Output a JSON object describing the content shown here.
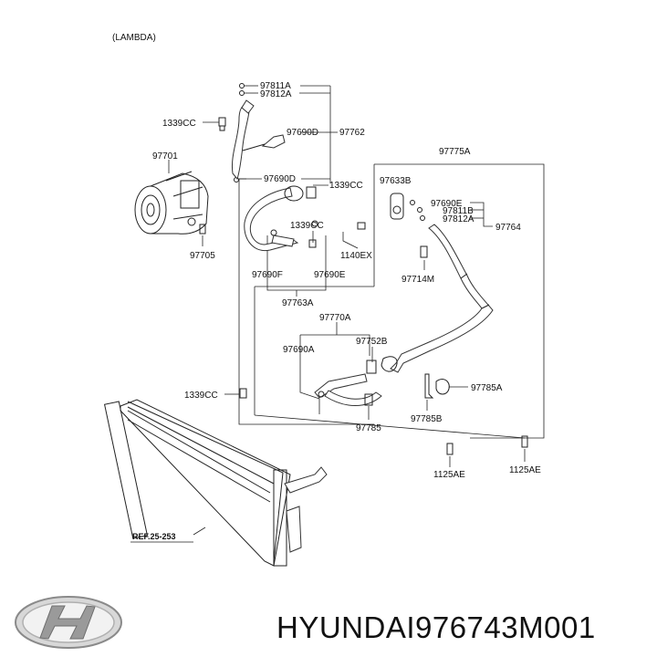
{
  "heading": "(LAMBDA)",
  "footer": {
    "brand": "HYUNDAI",
    "part_number": "976743M001"
  },
  "reference": "REF.25-253",
  "labels": {
    "l97811A_1": "97811A",
    "l97812A_1": "97812A",
    "l1339CC_1": "1339CC",
    "l97690D_1": "97690D",
    "l97762": "97762",
    "l97701": "97701",
    "l97690D_2": "97690D",
    "l1339CC_2": "1339CC",
    "l97775A": "97775A",
    "l97633B": "97633B",
    "l97690E_1": "97690E",
    "l97811B": "97811B",
    "l97812A_2": "97812A",
    "l97764": "97764",
    "l1339CC_3": "1339CC",
    "l97705": "97705",
    "l1140EX": "1140EX",
    "l97714M": "97714M",
    "l97690F": "97690F",
    "l97690E_2": "97690E",
    "l97763A": "97763A",
    "l97770A": "97770A",
    "l97690A": "97690A",
    "l97752B": "97752B",
    "l97785A": "97785A",
    "l1339CC_4": "1339CC",
    "l97785": "97785",
    "l97785B": "97785B",
    "l1125AE_1": "1125AE",
    "l1125AE_2": "1125AE"
  }
}
